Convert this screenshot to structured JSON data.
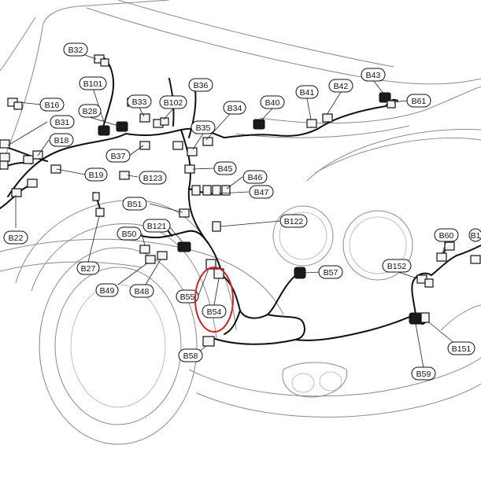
{
  "labels": [
    {
      "id": "B32",
      "text": "B32"
    },
    {
      "id": "B101",
      "text": "B101"
    },
    {
      "id": "B16",
      "text": "B16"
    },
    {
      "id": "B28",
      "text": "B28"
    },
    {
      "id": "B33",
      "text": "B33"
    },
    {
      "id": "B102",
      "text": "B102"
    },
    {
      "id": "B36",
      "text": "B36"
    },
    {
      "id": "B34",
      "text": "B34"
    },
    {
      "id": "B31",
      "text": "B31"
    },
    {
      "id": "B35",
      "text": "B35"
    },
    {
      "id": "B40",
      "text": "B40"
    },
    {
      "id": "B41",
      "text": "B41"
    },
    {
      "id": "B42",
      "text": "B42"
    },
    {
      "id": "B43",
      "text": "B43"
    },
    {
      "id": "B61",
      "text": "B61"
    },
    {
      "id": "B18",
      "text": "B18"
    },
    {
      "id": "B37",
      "text": "B37"
    },
    {
      "id": "B45",
      "text": "B45"
    },
    {
      "id": "B19",
      "text": "B19"
    },
    {
      "id": "B123",
      "text": "B123"
    },
    {
      "id": "B46",
      "text": "B46"
    },
    {
      "id": "B47",
      "text": "B47"
    },
    {
      "id": "B51",
      "text": "B51"
    },
    {
      "id": "B22",
      "text": "B22"
    },
    {
      "id": "B121",
      "text": "B121"
    },
    {
      "id": "B122",
      "text": "B122"
    },
    {
      "id": "B50",
      "text": "B50"
    },
    {
      "id": "B60",
      "text": "B60"
    },
    {
      "id": "B1x",
      "text": "B1"
    },
    {
      "id": "B27",
      "text": "B27"
    },
    {
      "id": "B152",
      "text": "B152"
    },
    {
      "id": "B57",
      "text": "B57"
    },
    {
      "id": "B49",
      "text": "B49"
    },
    {
      "id": "B48",
      "text": "B48"
    },
    {
      "id": "B55",
      "text": "B55"
    },
    {
      "id": "B54",
      "text": "B54"
    },
    {
      "id": "B151",
      "text": "B151"
    },
    {
      "id": "B58",
      "text": "B58"
    },
    {
      "id": "B59",
      "text": "B59"
    }
  ],
  "highlight_color": "#d32020"
}
